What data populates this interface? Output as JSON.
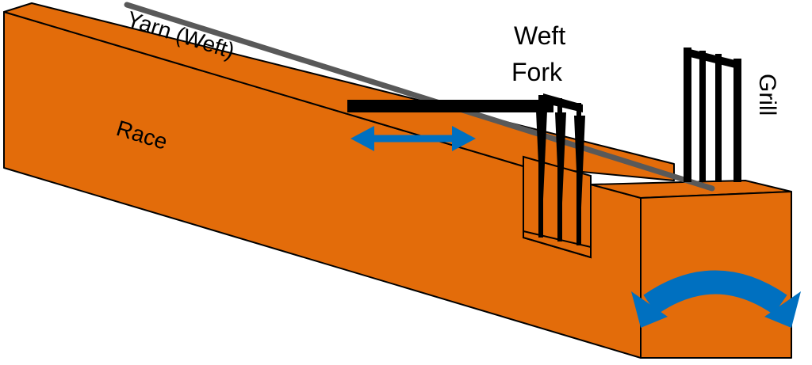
{
  "labels": {
    "yarn": "Yarn (Weft)",
    "race": "Race",
    "weft_fork_line1": "Weft",
    "weft_fork_line2": "Fork",
    "grill": "Grill"
  },
  "colors": {
    "orange": "#E36C0A",
    "outline": "#000000",
    "yarn": "#595959",
    "arrow": "#0070C0"
  },
  "icons": {
    "slide_arrow": "double-headed-straight-arrow",
    "swing_arrow": "double-headed-curved-arrow"
  }
}
